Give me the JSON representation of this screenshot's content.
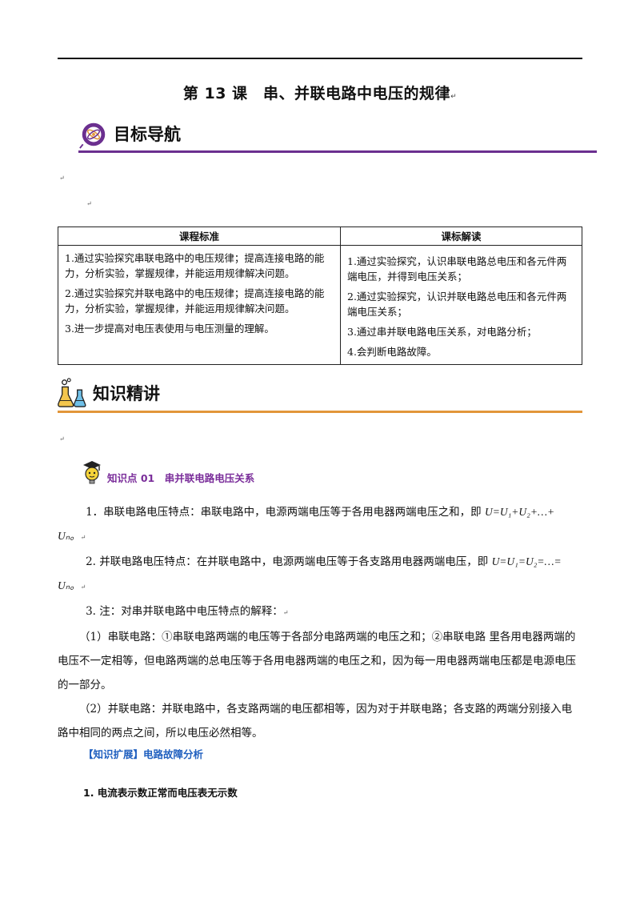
{
  "title": "第 13 课　串、并联电路中电压的规律",
  "marks": {
    "return": "↵",
    "small1": "↵",
    "small2": "↵",
    "small3": "↵",
    "end": "。"
  },
  "section1": {
    "label": "目标导航",
    "icon": "molecule-badge-icon"
  },
  "table": {
    "headers": [
      "课程标准",
      "课标解读"
    ],
    "col1": [
      "1.通过实验探究串联电路中的电压规律；提高连接电路的能力，分析实验，掌握规律，并能运用规律解决问题。",
      "2.通过实验探究并联电路中的电压规律；提高连接电路的能力，分析实验，掌握规律，并能运用规律解决问题。",
      "3.进一步提高对电压表使用与电压测量的理解。"
    ],
    "col2": [
      "1.通过实验探究，认识串联电路总电压和各元件两端电压，并得到电压关系；",
      "2.通过实验探究，认识并联电路总电压和各元件两端电压关系；",
      "3.通过串并联电路电压关系，对电路分析；",
      "4.会判断电路故障。"
    ]
  },
  "section2": {
    "label": "知识精讲",
    "icon": "lab-flask-icon"
  },
  "knowledge_point": {
    "title": "知识点 01　串并联电路电压关系",
    "icon": "graduate-bulb-icon"
  },
  "paragraphs": {
    "p1a": "1．串联电路电压特点：串联电路中，电源两端电压等于各用电器两端电压之和，即 ",
    "p1_eq": "U=U₁+U₂+…+",
    "p1b": "Uₙ。",
    "p2a": "2. 并联电路电压特点：在并联电路中，电源两端电压等于各支路用电器两端电压，即 ",
    "p2_eq": "U=U₁=U₂=…=",
    "p2b": "Uₙ。",
    "p3": "3. 注：对串并联电路中电压特点的解释：",
    "p4": "（1）串联电路：①串联电路两端的电压等于各部分电路两端的电压之和；②串联电路 里各用电器两端的电压不一定相等，但电路两端的总电压等于各用电器两端的电压之和，因为每一用电器两端电压都是电源电压的一部分。",
    "p5": "（2）并联电路：并联电路中，各支路两端的电压都相等，因为对于并联电路；各支路的两端分别接入电路中相同的两点之间，所以电压必然相等。"
  },
  "extension": "【知识扩展】电路故障分析",
  "subheading": "1. 电流表示数正常而电压表无示数",
  "colors": {
    "purple_rule": "#6b2f8f",
    "orange_rule": "#e2963a",
    "kp_title": "#7a2d9a",
    "ext_title": "#1f5fbf"
  }
}
